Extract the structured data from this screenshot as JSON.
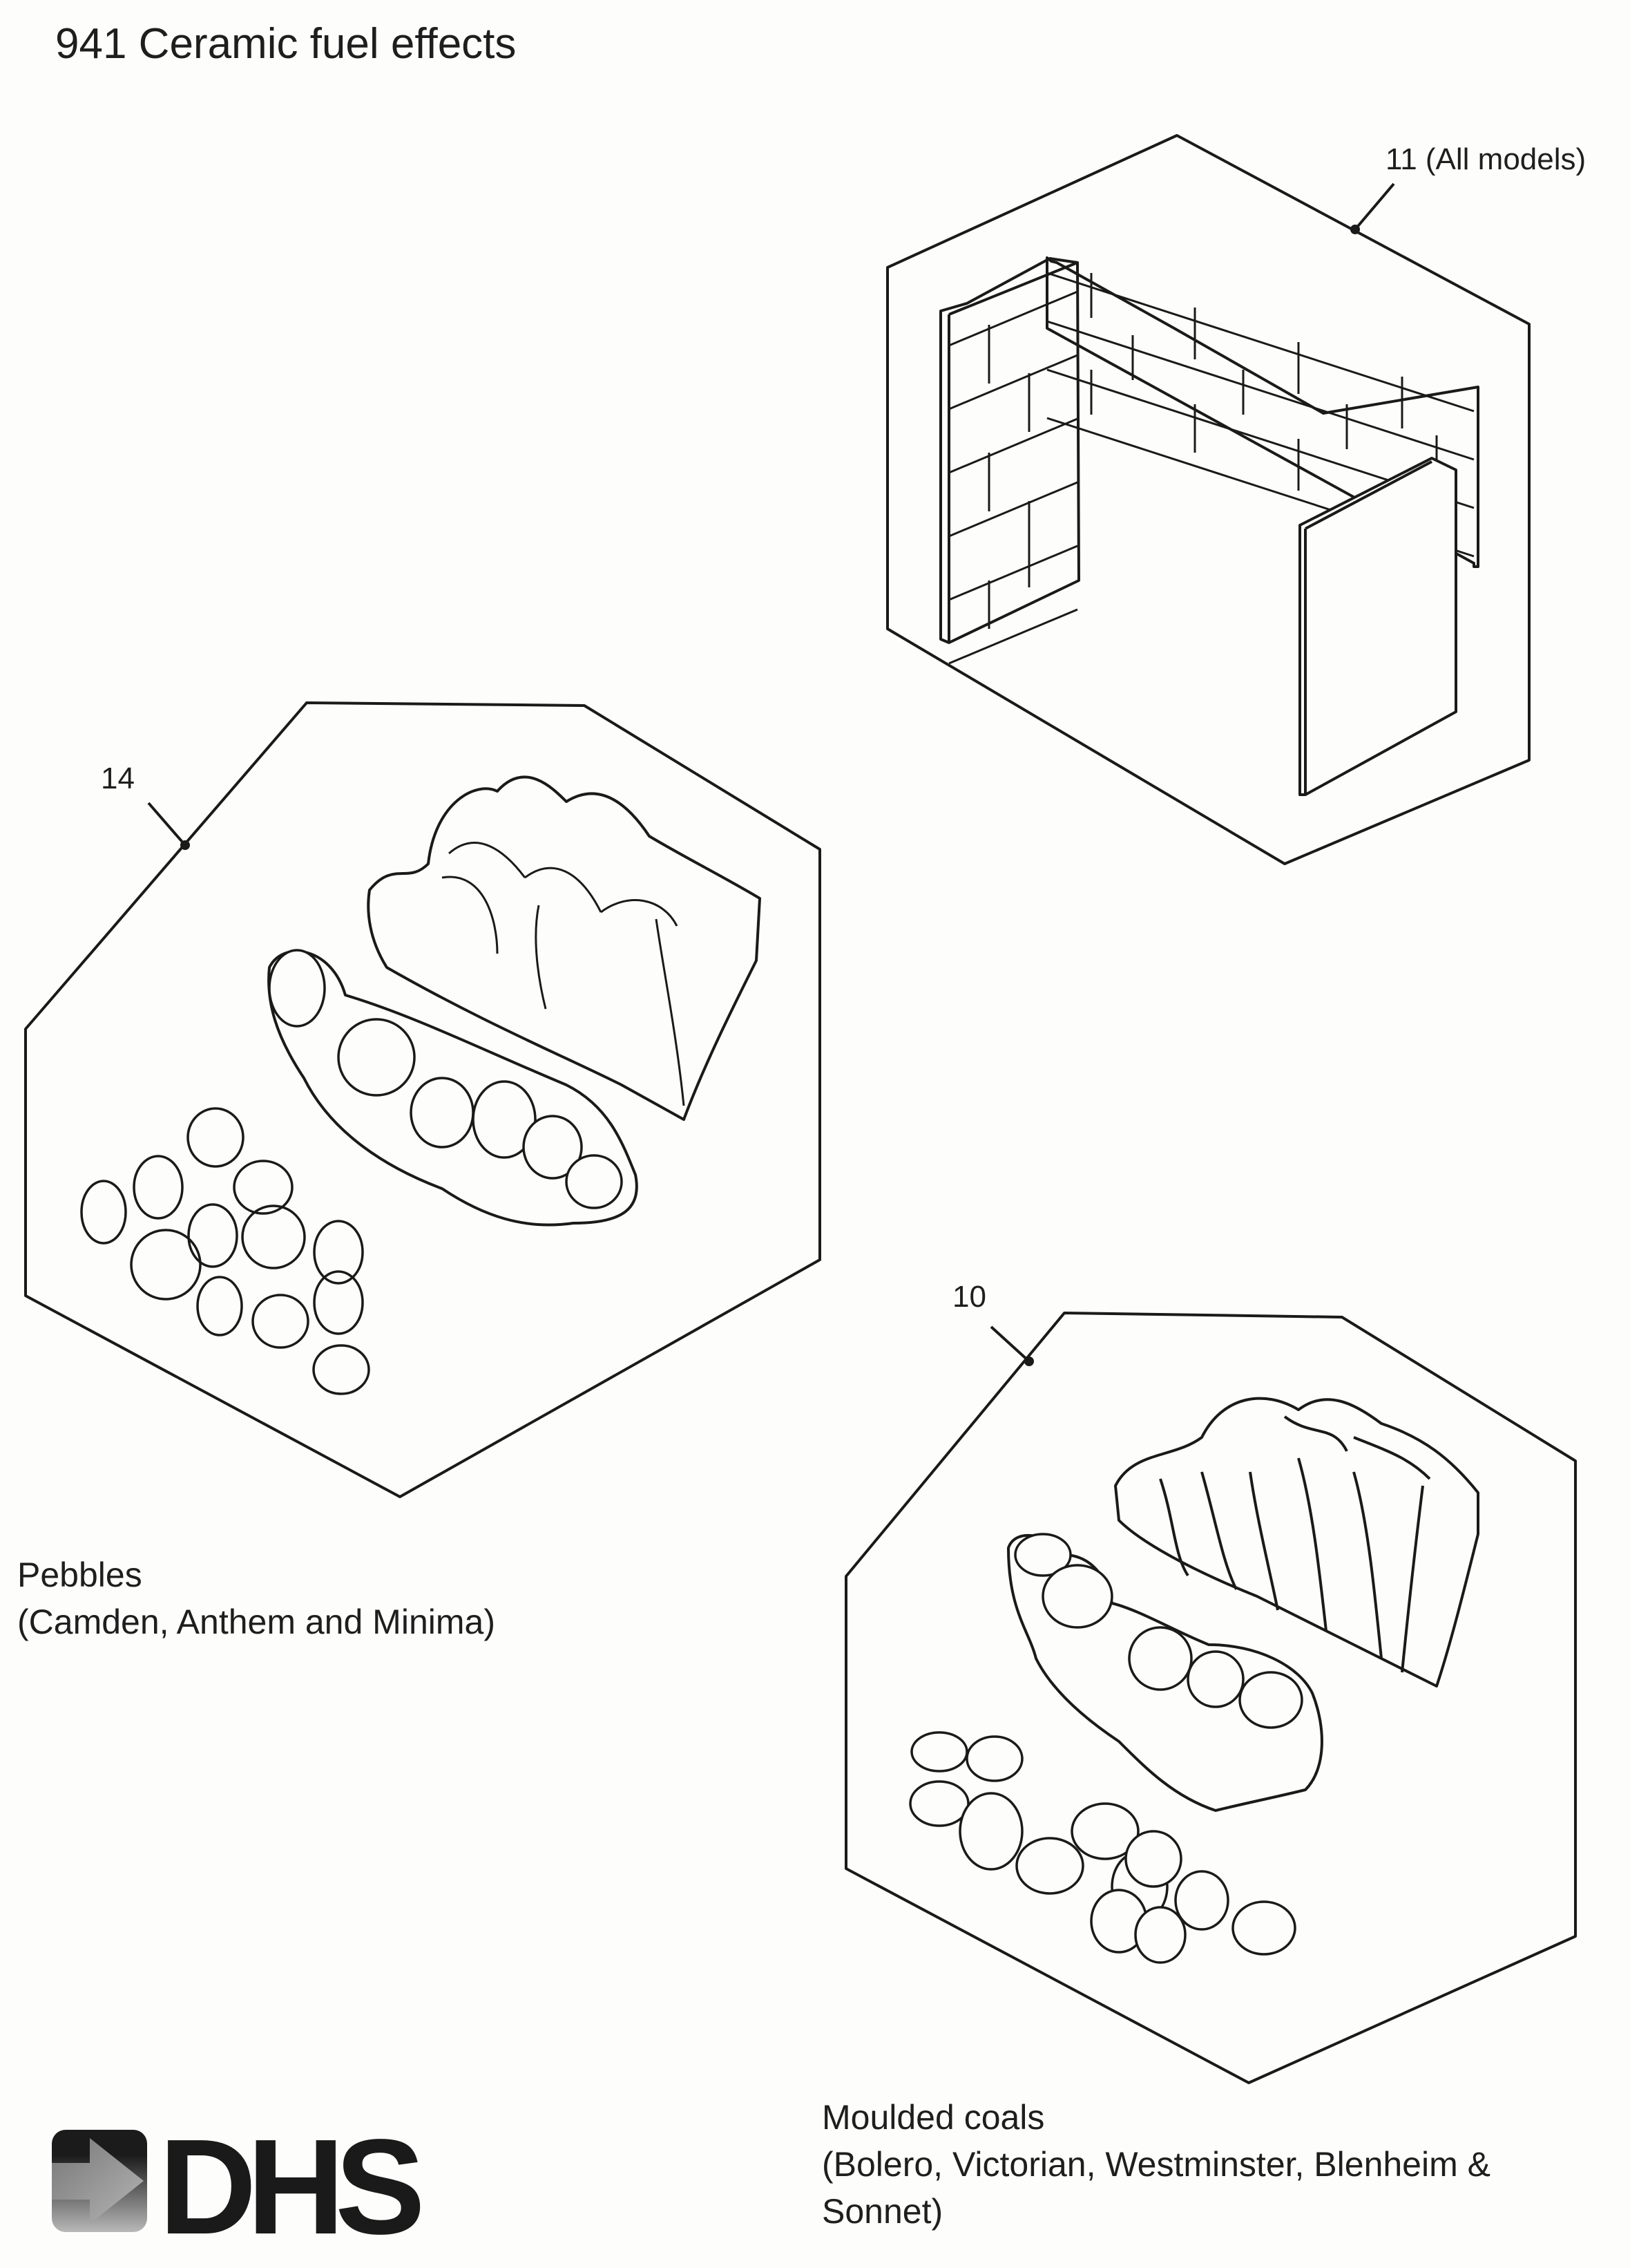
{
  "page_title": "941 Ceramic fuel effects",
  "figures": [
    {
      "callout": "11 (All models)"
    },
    {
      "callout": "14",
      "caption_lines": [
        "Pebbles",
        "(Camden, Anthem and Minima)"
      ]
    },
    {
      "callout": "10",
      "caption_lines": [
        "Moulded coals",
        "(Bolero, Victorian, Westminster, Blenheim &",
        "Sonnet)"
      ]
    }
  ],
  "logo": {
    "text": "DHS"
  }
}
